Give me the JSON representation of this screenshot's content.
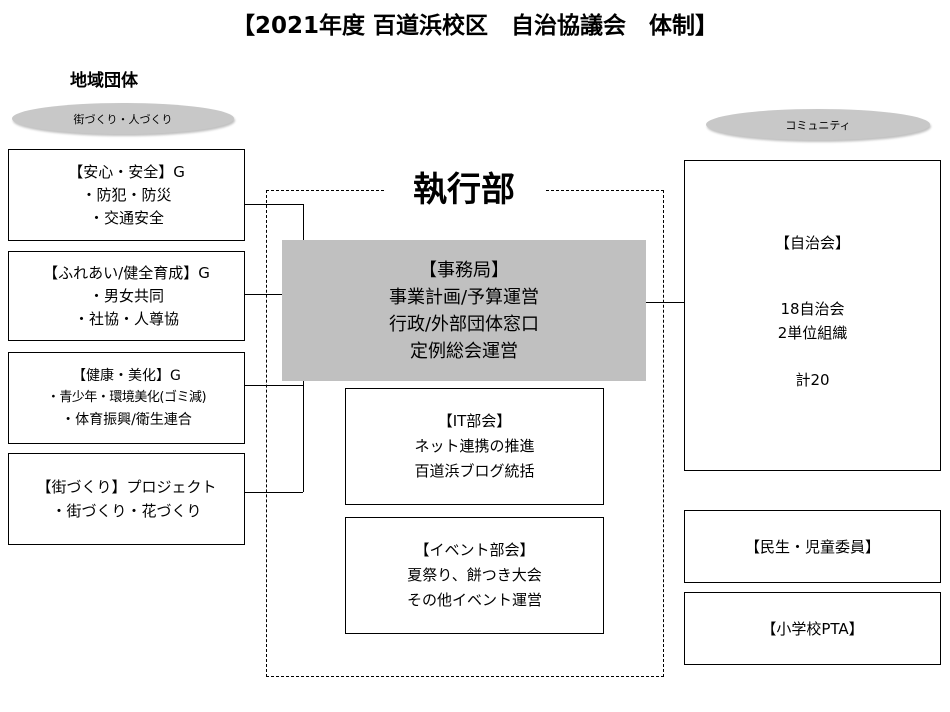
{
  "title": "【2021年度 百道浜校区　自治協議会　体制】",
  "left_header": "地域団体",
  "left_oval": "街づくり・人づくり",
  "right_oval": "コミュニティ",
  "left_groups": [
    {
      "lines": [
        "【安心・安全】G",
        "・防犯・防災",
        "・交通安全"
      ]
    },
    {
      "lines": [
        "【ふれあい/健全育成】G",
        "・男女共同",
        "・社協・人尊協"
      ]
    },
    {
      "lines": [
        "【健康・美化】G",
        "・青少年・環境美化(ゴミ減)",
        "・体育振興/衛生連合"
      ]
    },
    {
      "lines": [
        "【街づくり】プロジェクト",
        "・街づくり・花づくり"
      ]
    }
  ],
  "exec_title": "執行部",
  "jimukyoku": {
    "lines": [
      "【事務局】",
      "事業計画/予算運営",
      "行政/外部団体窓口",
      "定例総会運営"
    ]
  },
  "it_bukai": {
    "lines": [
      "【IT部会】",
      "ネット連携の推進",
      "百道浜ブログ統括"
    ]
  },
  "event_bukai": {
    "lines": [
      "【イベント部会】",
      "夏祭り、餅つき大会",
      "その他イベント運営"
    ]
  },
  "jichikai": {
    "heading": "【自治会】",
    "line1": "18自治会",
    "line2": "2単位組織",
    "line3": "計20"
  },
  "minsei": "【民生・児童委員】",
  "pta": "【小学校PTA】",
  "colors": {
    "jimukyoku_fill": "#c0c0c0",
    "oval_fill": "#c8c8c8"
  }
}
